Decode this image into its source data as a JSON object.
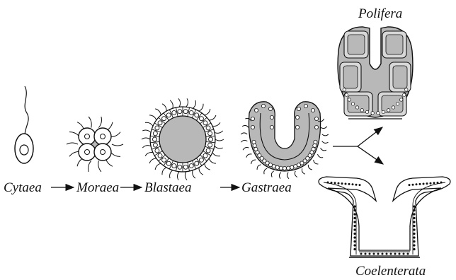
{
  "diagram": {
    "stages": [
      {
        "id": "cytaea",
        "label": "Cytaea"
      },
      {
        "id": "moraea",
        "label": "Moraea"
      },
      {
        "id": "blastaea",
        "label": "Blastaea"
      },
      {
        "id": "gastraea",
        "label": "Gastraea"
      },
      {
        "id": "polifera",
        "label": "Polifera"
      },
      {
        "id": "coelenterata",
        "label": "Coelenterata"
      }
    ],
    "colors": {
      "ink": "#111111",
      "fill_gray": "#b8b8b8",
      "background": "#ffffff"
    }
  }
}
